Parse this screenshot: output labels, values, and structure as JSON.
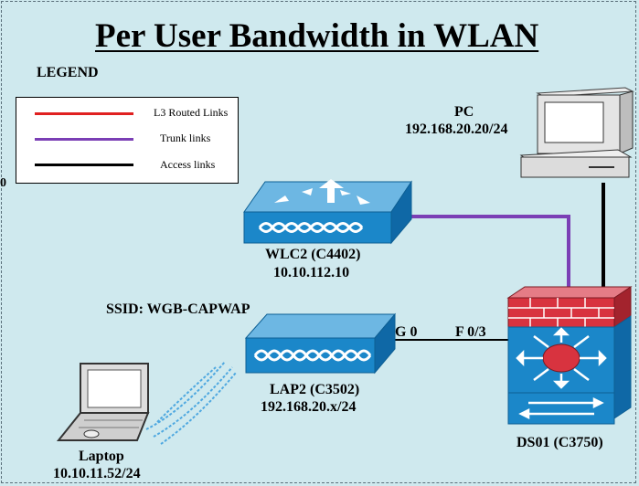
{
  "title": "Per User Bandwidth in WLAN",
  "legend": {
    "heading": "LEGEND",
    "items": [
      {
        "label": "L3 Routed Links",
        "color": "#e02020"
      },
      {
        "label": "Trunk links",
        "color": "#7b3fb5"
      },
      {
        "label": "Access links",
        "color": "#000000"
      }
    ]
  },
  "devices": {
    "pc": {
      "name": "PC",
      "ip": "192.168.20.20/24"
    },
    "wlc": {
      "name": "WLC2 (C4402)",
      "ip": "10.10.112.10"
    },
    "lap": {
      "name": "LAP2 (C3502)",
      "ip": "192.168.20.x/24"
    },
    "switch": {
      "name": "DS01 (C3750)"
    },
    "laptop": {
      "name": "Laptop",
      "ip": "10.10.11.52/24"
    }
  },
  "ssid": "SSID: WGB-CAPWAP",
  "ports": {
    "lap_side": "G 0",
    "switch_side": "F 0/3"
  },
  "stray_char": "0",
  "colors": {
    "background": "#cfe9ee",
    "device_blue": "#1b87c9",
    "firewall_red": "#d8333f"
  }
}
